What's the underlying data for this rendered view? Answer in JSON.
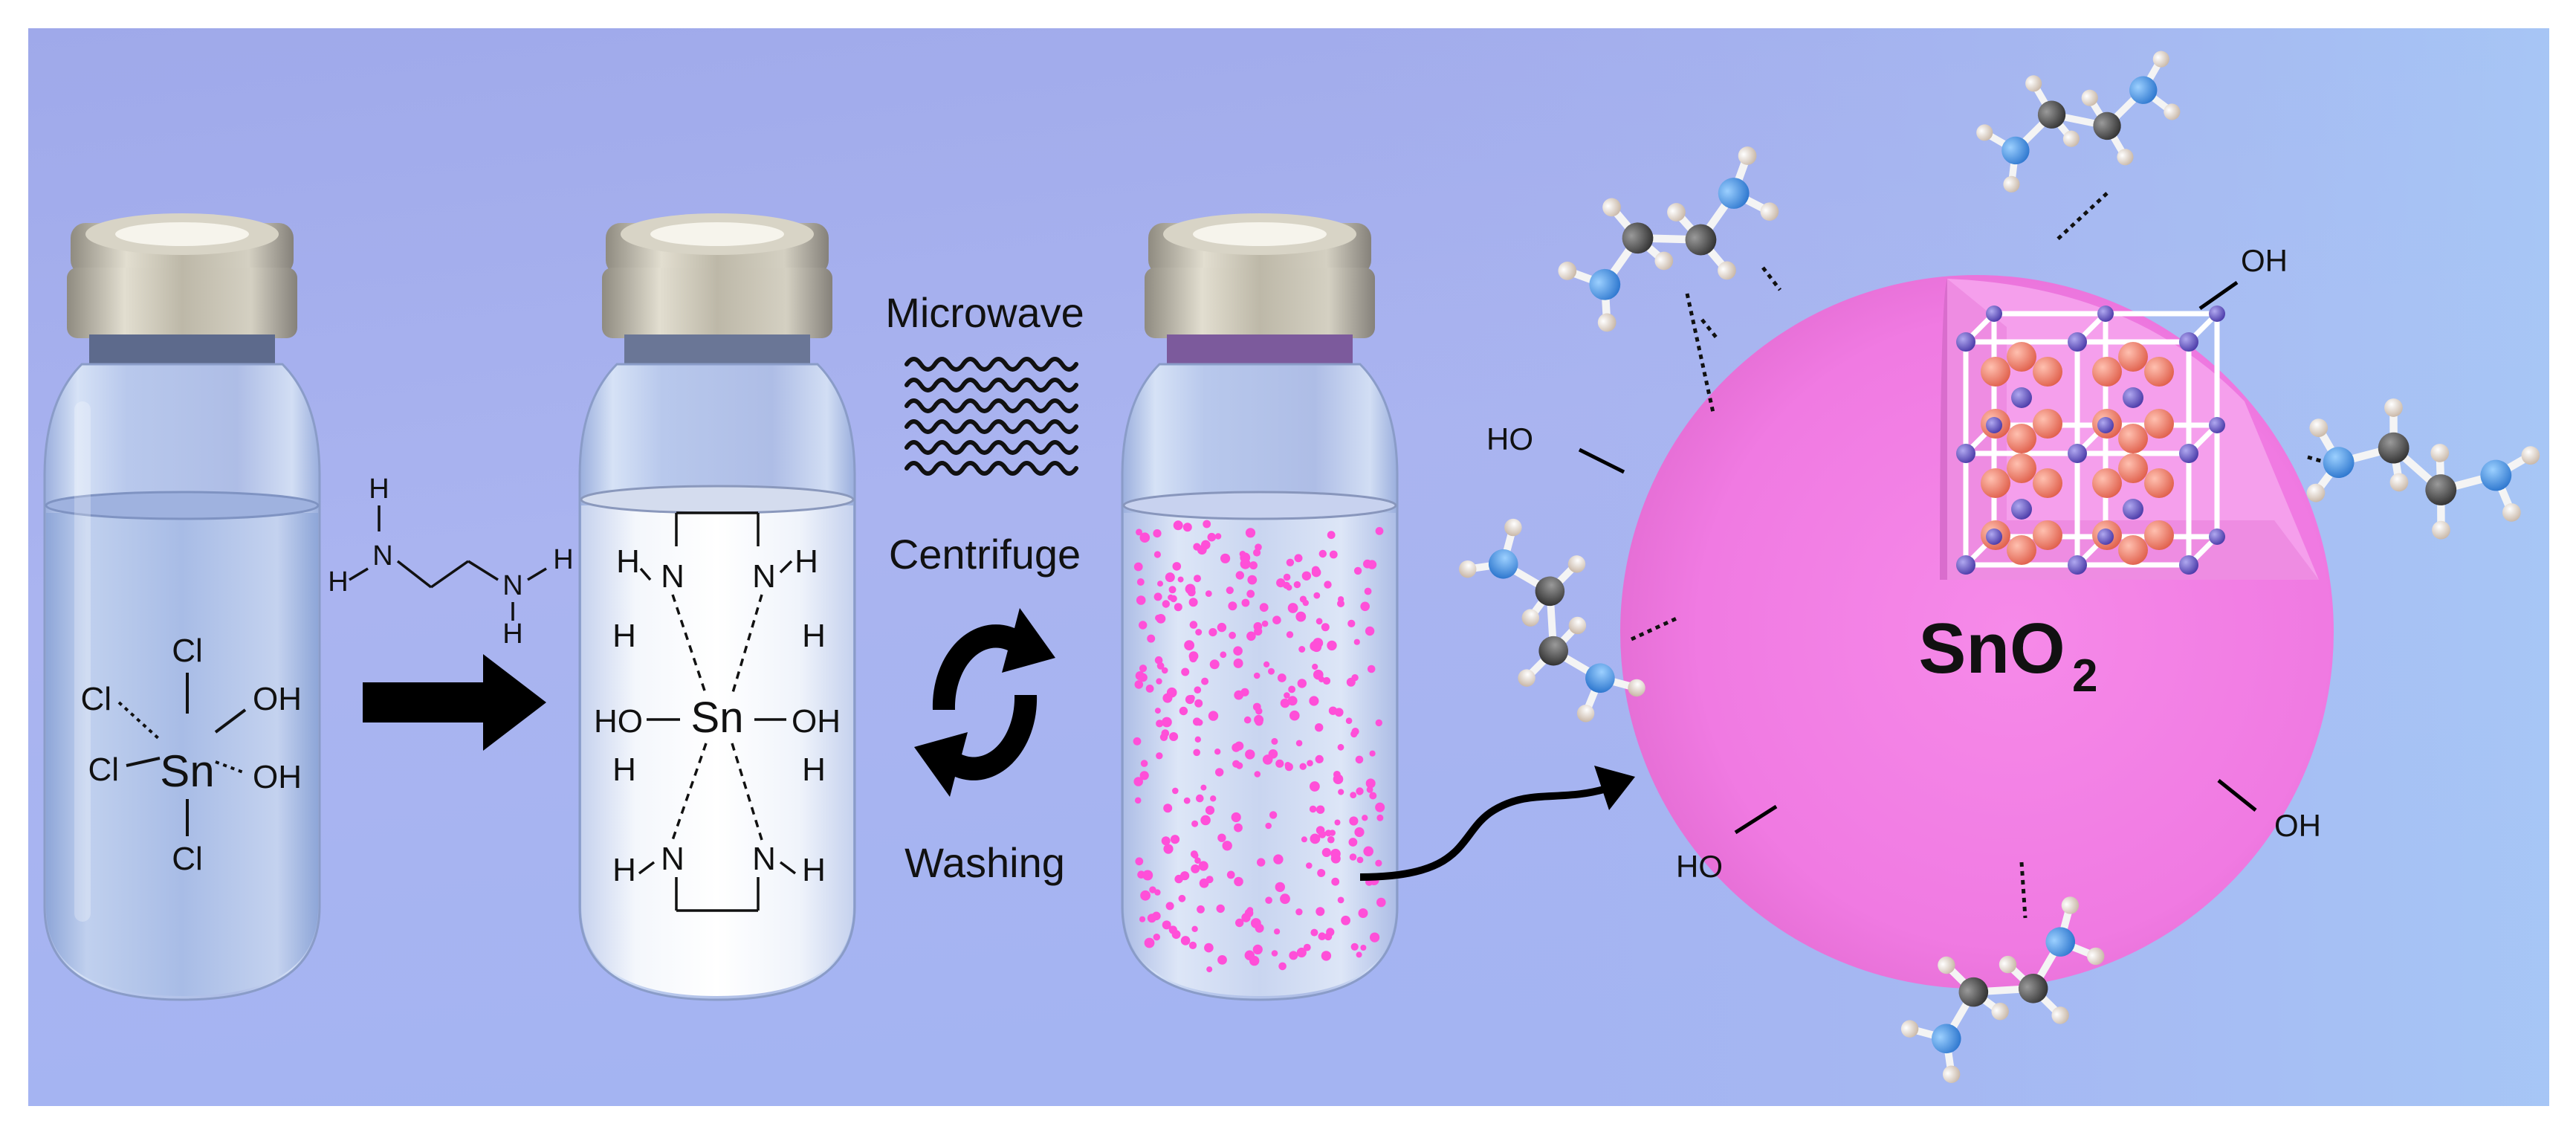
{
  "labels": {
    "vial1": {
      "cl_top": "Cl",
      "cl_left_top": "Cl",
      "sn": "Sn",
      "oh_right_top": "OH",
      "cl_left_bottom": "Cl",
      "oh_right_bottom": "OH",
      "cl_bottom": "Cl"
    },
    "ethylenediamine": {
      "h_top": "H",
      "n_left": "N",
      "h_left": "H",
      "n_right": "N",
      "h_right": "H",
      "h_bottom": "H"
    },
    "vial2": {
      "h1": "H",
      "n1": "N",
      "h2": "H",
      "n2": "N",
      "h3": "H",
      "h4": "H",
      "ho": "HO",
      "sn": "Sn",
      "oh": "OH",
      "h5": "H",
      "h6": "H",
      "n3": "N",
      "n4": "N",
      "h7": "H",
      "h8": "H"
    },
    "steps": {
      "microwave": "Microwave",
      "centrifuge": "Centrifuge",
      "washing": "Washing"
    },
    "sphere": {
      "formula_main": "SnO",
      "formula_sub": "2",
      "oh_top": "OH",
      "ho_left": "HO",
      "oh_right": "OH",
      "ho_bottom": "HO"
    }
  },
  "colors": {
    "background_top": "#aeb6ee",
    "background_bottom": "#a9b8f4",
    "sphere": "#f27ae4",
    "sphere_inner": "#f7a6ee",
    "nanoparticle": "#ff4fd8",
    "cap": "#b7b3a5",
    "nitrogen_atom": "#3f8ae0",
    "carbon_atom": "#4a4a4a",
    "hydrogen_atom": "#e8d8c8",
    "oxygen_atom": "#f08070",
    "tin_atom": "#6a5ac8"
  }
}
